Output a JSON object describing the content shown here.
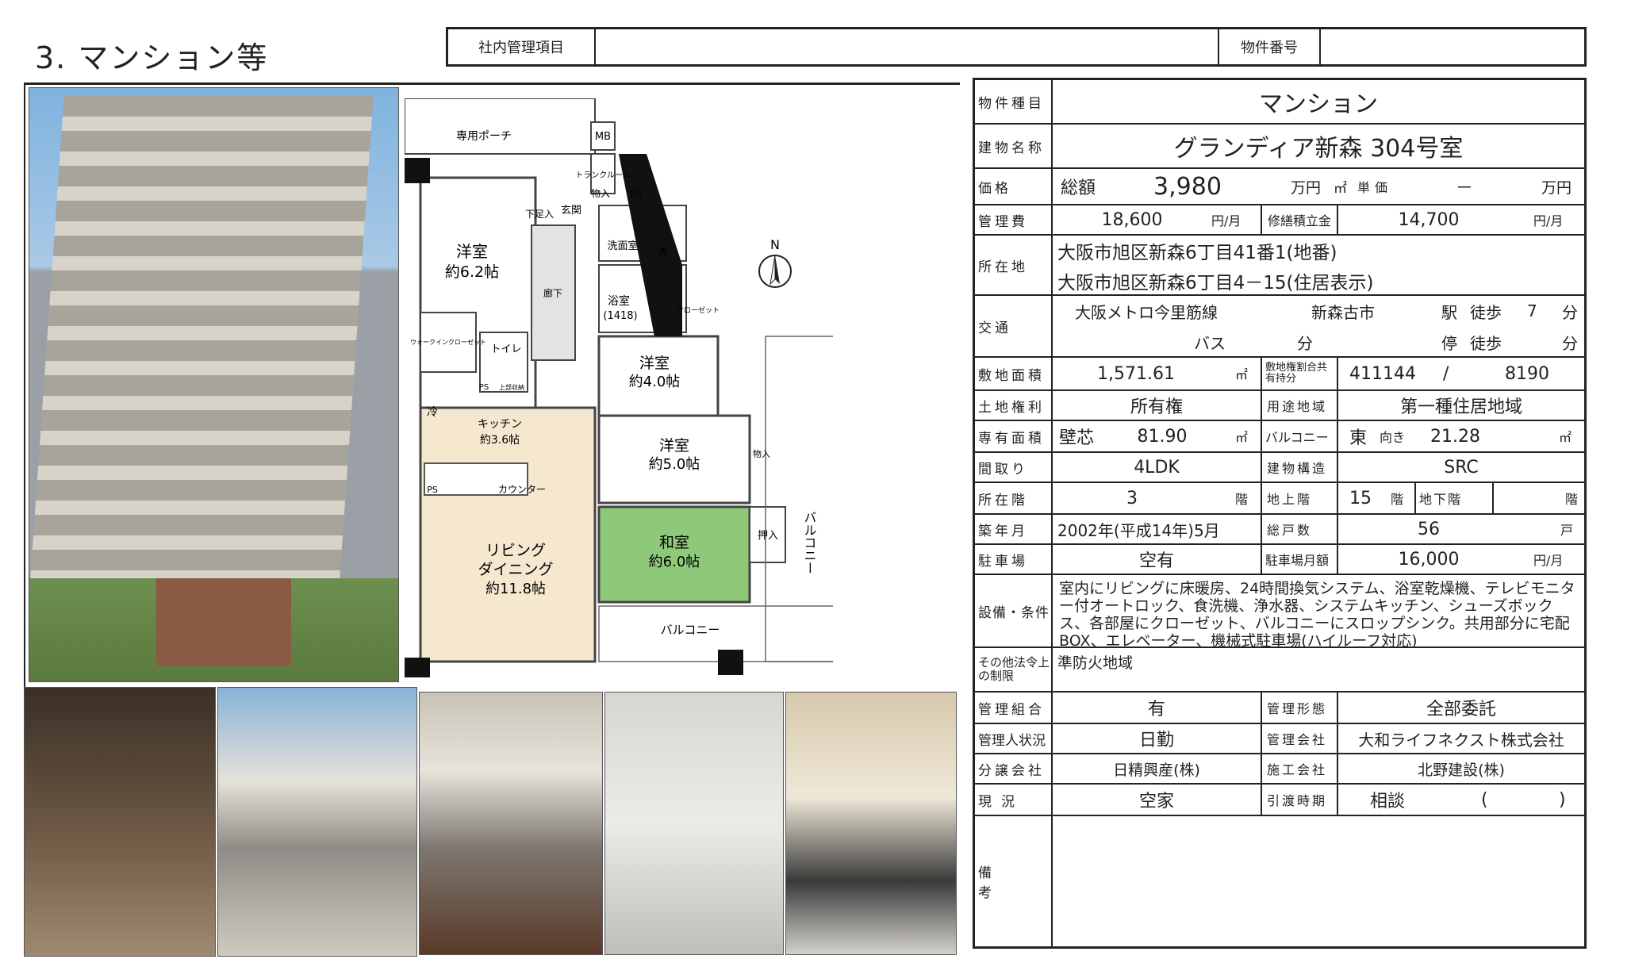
{
  "header": {
    "title": "3. マンション等",
    "mgmt_label": "社内管理項目",
    "mgmt_value": "",
    "property_no_label": "物件番号",
    "property_no_value": ""
  },
  "plan": {
    "porch": "専用ポーチ",
    "mb": "MB",
    "trunk": "トランクルーム",
    "nyu1": "物入",
    "ps1": "PS",
    "shita": "下足入",
    "genkan": "玄関",
    "senmen": "洗面室",
    "sen": "洗",
    "yoku": "浴室",
    "yoku_size": "(1418)",
    "rouka": "廊下",
    "closet": "クローゼット",
    "room1": "洋室",
    "room1_size": "約6.2帖",
    "wic": "ウォークインクローゼット",
    "toilet": "トイレ",
    "ps2": "PS",
    "joge": "上部収納",
    "room2": "洋室",
    "room2_size": "約4.0帖",
    "rei": "冷",
    "kitchen": "キッチン",
    "kitchen_size": "約3.6帖",
    "room3": "洋室",
    "room3_size": "約5.0帖",
    "nyu2": "物入",
    "ps3": "PS",
    "counter": "カウンター",
    "living": "リビング",
    "dining": "ダイニング",
    "living_size": "約11.8帖",
    "washitsu": "和室",
    "washitsu_size": "約6.0帖",
    "oshi": "押入",
    "balcony_v": "バルコニー",
    "balcony_h": "バルコニー",
    "north": "N"
  },
  "table": {
    "type": {
      "label": "物件種目",
      "value": "マンション"
    },
    "name": {
      "label": "建物名称",
      "value": "グランディア新森 304号室"
    },
    "price": {
      "label": "価格",
      "total_label": "総額",
      "total": "3,980",
      "unit": "万円",
      "sqm": "㎡",
      "unit_label": "単価",
      "unit_value": "－",
      "unit_unit": "万円"
    },
    "fee": {
      "label": "管理費",
      "value": "18,600",
      "unit": "円/月",
      "repair_label": "修繕積立金",
      "repair": "14,700",
      "repair_unit": "円/月"
    },
    "address": {
      "label": "所在地",
      "line1": "大阪市旭区新森6丁目41番1(地番)",
      "line2": "大阪市旭区新森6丁目4－15(住居表示)"
    },
    "transit": {
      "label": "交通",
      "line": "大阪メトロ今里筋線",
      "station": "新森古市",
      "eki": "駅",
      "toho1": "徒歩",
      "min1": "7",
      "fun1": "分",
      "bus": "バス",
      "bus_fun": "分",
      "tei": "停",
      "toho2": "徒歩",
      "fun2": "分"
    },
    "land": {
      "label": "敷地面積",
      "value": "1,571.61",
      "unit": "㎡",
      "share_label": "敷地権割合共有持分",
      "share_a": "411144",
      "slash": "/",
      "share_b": "8190"
    },
    "right": {
      "label": "土地権利",
      "value": "所有権",
      "zone_label": "用途地域",
      "zone": "第一種住居地域"
    },
    "area": {
      "label": "専有面積",
      "kind": "壁芯",
      "value": "81.90",
      "unit": "㎡",
      "bal_label": "バルコニー",
      "dir": "東",
      "muki": "向き",
      "bal": "21.28",
      "bal_unit": "㎡"
    },
    "layout": {
      "label": "間取り",
      "value": "4LDK",
      "struct_label": "建物構造",
      "struct": "SRC"
    },
    "floor": {
      "label": "所在階",
      "value": "3",
      "unit": "階",
      "above_label": "地上階",
      "above": "15",
      "kai": "階",
      "below_label": "地下階",
      "below_unit": "階"
    },
    "built": {
      "label": "築年月",
      "value": "2002年(平成14年)5月",
      "units_label": "総戸数",
      "units": "56",
      "units_unit": "戸"
    },
    "parking": {
      "label": "駐車場",
      "value": "空有",
      "fee_label": "駐車場月額",
      "fee": "16,000",
      "fee_unit": "円/月"
    },
    "equip": {
      "label": "設備・条件",
      "text": "室内にリビングに床暖房、24時間換気システム、浴室乾燥機、テレビモニター付オートロック、食洗機、浄水器、システムキッチン、シューズボックス、各部屋にクローゼット、バルコニーにスロップシンク。共用部分に宅配BOX、エレベーター、機械式駐車場(ハイルーフ対応)"
    },
    "law": {
      "label": "その他法令上の制限",
      "value": "準防火地域"
    },
    "union": {
      "label": "管理組合",
      "value": "有",
      "form_label": "管理形態",
      "form": "全部委託"
    },
    "manager": {
      "label": "管理人状況",
      "value": "日勤",
      "company_label": "管理会社",
      "company": "大和ライフネクスト株式会社"
    },
    "seller": {
      "label": "分譲会社",
      "value": "日精興産(株)",
      "builder_label": "施工会社",
      "builder": "北野建設(株)"
    },
    "status": {
      "label": "現況",
      "value": "空家",
      "handover_label": "引渡時期",
      "handover": "相談",
      "paren_open": "(",
      "paren_close": ")"
    },
    "remarks": {
      "label": "備考",
      "value": ""
    }
  }
}
